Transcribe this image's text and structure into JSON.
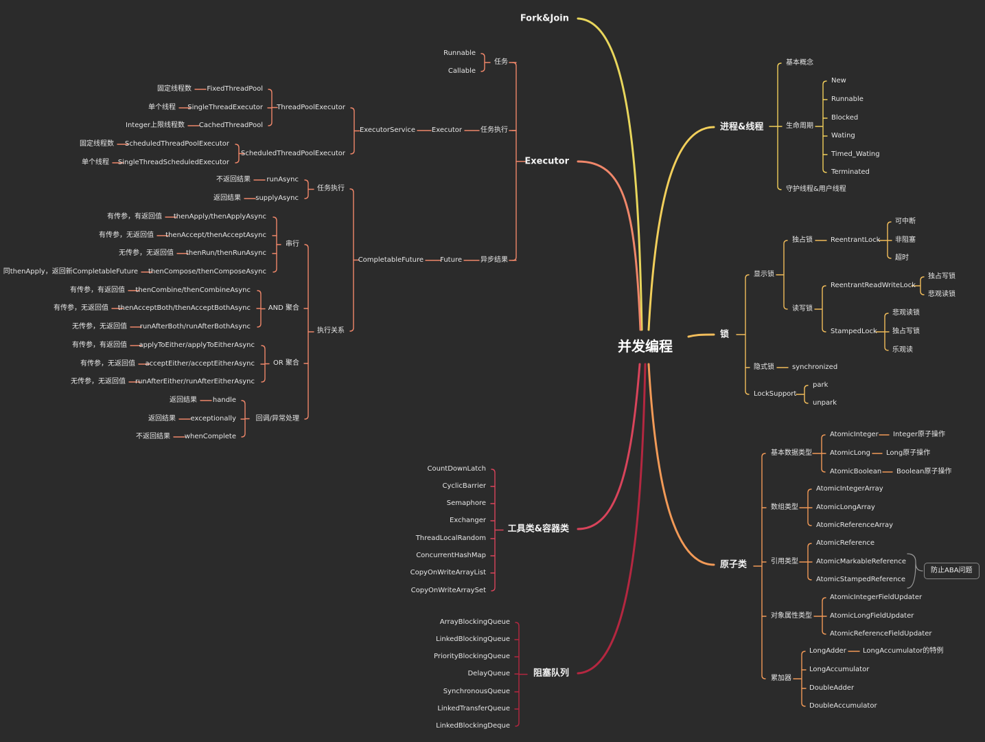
{
  "root": "并发编程",
  "colors": {
    "background": "#2b2b2b",
    "fork_join": "#e8d65c",
    "executor": "#f0876a",
    "process_thread": "#f2cf5b",
    "lock": "#f2bd5b",
    "atomic": "#f29a57",
    "tools": "#d9445b",
    "blocking_queue": "#b42740"
  },
  "fork_join": {
    "label": "Fork&Join"
  },
  "executor": {
    "label": "Executor",
    "task": {
      "label": "任务",
      "items": [
        "Runnable",
        "Callable"
      ]
    },
    "task_exec": {
      "label": "任务执行",
      "executor": "Executor",
      "executor_service": "ExecutorService",
      "thread_pool_executor": {
        "label": "ThreadPoolExecutor",
        "items": [
          {
            "name": "FixedThreadPool",
            "desc": "固定线程数"
          },
          {
            "name": "SingleThreadExecutor",
            "desc": "单个线程"
          },
          {
            "name": "CachedThreadPool",
            "desc": "Integer上限线程数"
          }
        ]
      },
      "scheduled_executor": {
        "label": "ScheduledThreadPoolExecutor",
        "items": [
          {
            "name": "ScheduledThreadPoolExecutor",
            "desc": "固定线程数"
          },
          {
            "name": "SingleThreadScheduledExecutor",
            "desc": "单个线程"
          }
        ]
      }
    },
    "async_result": {
      "label": "异步结果",
      "future": "Future",
      "completable_future": "CompletableFuture",
      "task_exec": {
        "label": "任务执行",
        "items": [
          {
            "name": "runAsync",
            "desc": "不返回结果"
          },
          {
            "name": "supplyAsync",
            "desc": "返回结果"
          }
        ]
      },
      "relations": {
        "label": "执行关系",
        "serial": {
          "label": "串行",
          "items": [
            {
              "name": "thenApply/thenApplyAsync",
              "desc": "有传参，有返回值"
            },
            {
              "name": "thenAccept/thenAcceptAsync",
              "desc": "有传参，无返回值"
            },
            {
              "name": "thenRun/thenRunAsync",
              "desc": "无传参，无返回值"
            },
            {
              "name": "thenCompose/thenComposeAsync",
              "desc": "同thenApply，返回新CompletableFuture"
            }
          ]
        },
        "and_combine": {
          "label": "AND 聚合",
          "items": [
            {
              "name": "thenCombine/thenCombineAsync",
              "desc": "有传参，有返回值"
            },
            {
              "name": "thenAcceptBoth/thenAcceptBothAsync",
              "desc": "有传参，无返回值"
            },
            {
              "name": "runAfterBoth/runAfterBothAsync",
              "desc": "无传参，无返回值"
            }
          ]
        },
        "or_combine": {
          "label": "OR 聚合",
          "items": [
            {
              "name": "applyToEither/applyToEitherAsync",
              "desc": "有传参，有返回值"
            },
            {
              "name": "acceptEither/acceptEitherAsync",
              "desc": "有传参，无返回值"
            },
            {
              "name": "runAfterEither/runAfterEitherAsync",
              "desc": "无传参，无返回值"
            }
          ]
        },
        "callback": {
          "label": "回调/异常处理",
          "items": [
            {
              "name": "handle",
              "desc": "返回结果"
            },
            {
              "name": "exceptionally",
              "desc": "返回结果"
            },
            {
              "name": "whenComplete",
              "desc": "不返回结果"
            }
          ]
        }
      }
    }
  },
  "tools": {
    "label": "工具类&容器类",
    "items": [
      "CountDownLatch",
      "CyclicBarrier",
      "Semaphore",
      "Exchanger",
      "ThreadLocalRandom",
      "ConcurrentHashMap",
      "CopyOnWriteArrayList",
      "CopyOnWriteArraySet"
    ]
  },
  "blocking_queue": {
    "label": "阻塞队列",
    "items": [
      "ArrayBlockingQueue",
      "LinkedBlockingQueue",
      "PriorityBlockingQueue",
      "DelayQueue",
      "SynchronousQueue",
      "LinkedTransferQueue",
      "LinkedBlockingDeque"
    ]
  },
  "process_thread": {
    "label": "进程&线程",
    "basic": "基本概念",
    "lifecycle": {
      "label": "生命周期",
      "items": [
        "New",
        "Runnable",
        "Blocked",
        "Wating",
        "Timed_Wating",
        "Terminated"
      ]
    },
    "daemon": "守护线程&用户线程"
  },
  "lock": {
    "label": "锁",
    "explicit": {
      "label": "显示锁",
      "exclusive": {
        "label": "独占锁",
        "name": "ReentrantLock",
        "items": [
          "可中断",
          "非阻塞",
          "超时"
        ]
      },
      "rw": {
        "label": "读写锁",
        "rrwl": {
          "name": "ReentrantReadWriteLock",
          "items": [
            "独占写锁",
            "悲观读锁"
          ]
        },
        "stamped": {
          "name": "StampedLock",
          "items": [
            "悲观读锁",
            "独占写锁",
            "乐观读"
          ]
        }
      }
    },
    "implicit": {
      "label": "隐式锁",
      "name": "synchronized"
    },
    "lock_support": {
      "label": "LockSupport",
      "items": [
        "park",
        "unpark"
      ]
    }
  },
  "atomic": {
    "label": "原子类",
    "basic": {
      "label": "基本数据类型",
      "items": [
        {
          "name": "AtomicInteger",
          "desc": "Integer原子操作"
        },
        {
          "name": "AtomicLong",
          "desc": "Long原子操作"
        },
        {
          "name": "AtomicBoolean",
          "desc": "Boolean原子操作"
        }
      ]
    },
    "array": {
      "label": "数组类型",
      "items": [
        "AtomicIntegerArray",
        "AtomicLongArray",
        "AtomicReferenceArray"
      ]
    },
    "ref": {
      "label": "引用类型",
      "items": [
        "AtomicReference",
        "AtomicMarkableReference",
        "AtomicStampedReference"
      ],
      "note": "防止ABA问题"
    },
    "field": {
      "label": "对象属性类型",
      "items": [
        "AtomicIntegerFieldUpdater",
        "AtomicLongFieldUpdater",
        "AtomicReferenceFieldUpdater"
      ]
    },
    "adder": {
      "label": "累加器",
      "items": [
        "LongAdder",
        "LongAccumulator",
        "DoubleAdder",
        "DoubleAccumulator"
      ],
      "long_adder_note": "LongAccumulator的特例"
    }
  }
}
